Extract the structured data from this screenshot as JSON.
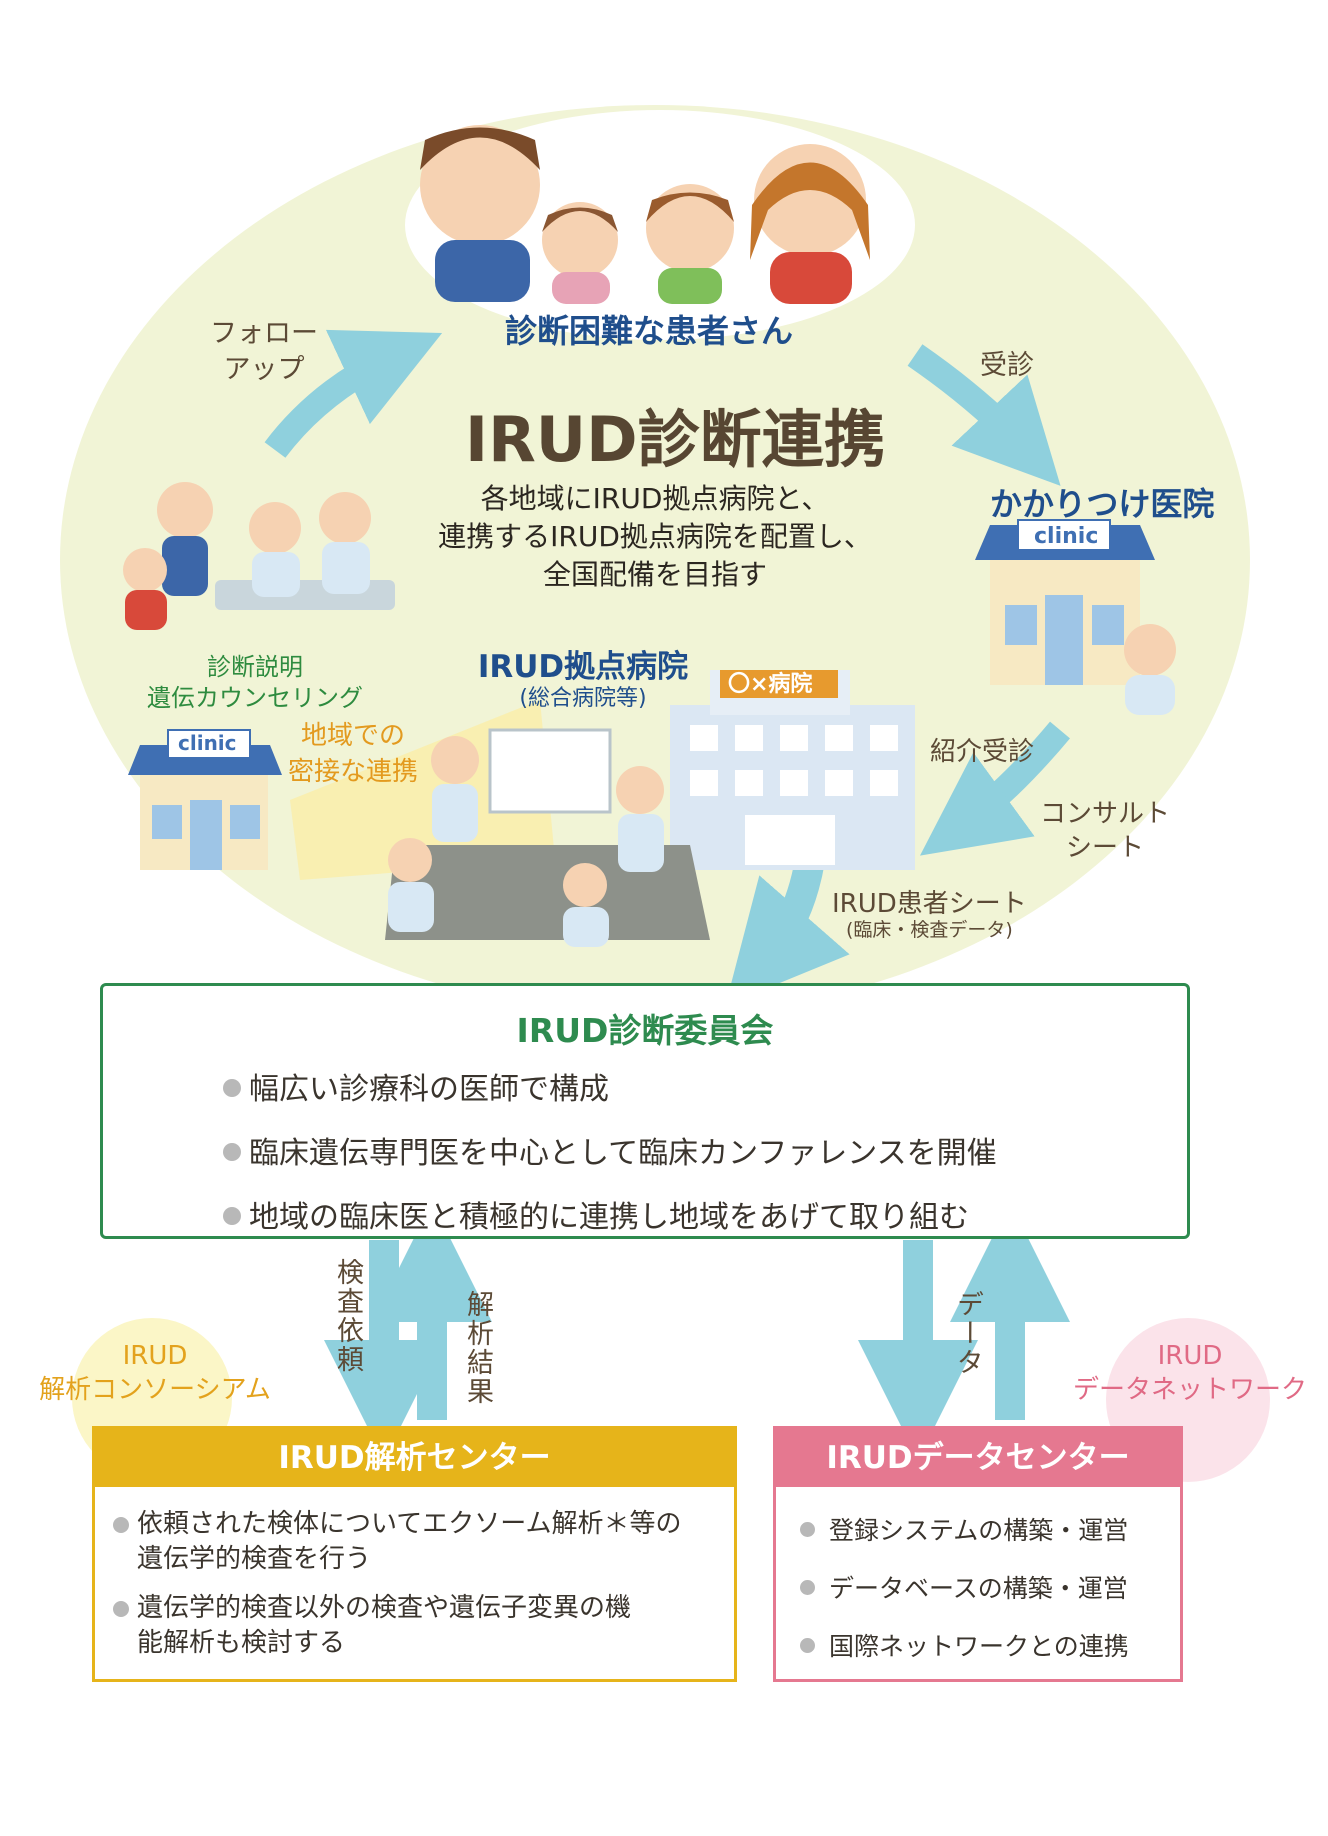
{
  "patients_label": "診断困難な患者さん",
  "main_title": "IRUD診断連携",
  "main_desc": [
    "各地域にIRUD拠点病院と、",
    "連携するIRUD拠点病院を配置し、",
    "全国配備を目指す"
  ],
  "arrows": {
    "follow_up": [
      "フォロー",
      "アップ"
    ],
    "visit": "受診",
    "referral": "紹介受診",
    "consult": [
      "コンサルト",
      "シート"
    ],
    "patient_sheet": "IRUD患者シート",
    "patient_sheet_sub": "(臨床・検査データ)",
    "test_request": "検査依頼",
    "analysis_result": "解析結果",
    "data": "データ"
  },
  "family_clinic": "かかりつけ医院",
  "clinic_sign": "clinic",
  "local_clinic_sign": "clinic",
  "explanation": [
    "診断説明",
    "遺伝カウンセリング"
  ],
  "local_collab": [
    "地域での",
    "密接な連携"
  ],
  "base_hospital": "IRUD拠点病院",
  "base_hospital_sub": "(総合病院等)",
  "hospital_sign": "〇×病院",
  "committee": {
    "title": "IRUD診断委員会",
    "items": [
      "幅広い診療科の医師で構成",
      "臨床遺伝専門医を中心として臨床カンファレンスを開催",
      "地域の臨床医と積極的に連携し地域をあげて取り組む"
    ]
  },
  "consortium": [
    "IRUD",
    "解析コンソーシアム"
  ],
  "data_network": [
    "IRUD",
    "データネットワーク"
  ],
  "analysis_center": {
    "title": "IRUD解析センター",
    "items": [
      "依頼された検体についてエクソーム解析＊等の遺伝学的検査を行う",
      "遺伝学的検査以外の検査や遺伝子変異の機能解析も検討する"
    ]
  },
  "data_center": {
    "title": "IRUDデータセンター",
    "items": [
      "登録システムの構築・運営",
      "データベースの構築・運営",
      "国際ネットワークとの連携"
    ]
  },
  "colors": {
    "ellipse": "#f1f4d6",
    "arrow": "#8fd0dd",
    "committee_border": "#2e8b4f",
    "analysis": "#e6b41a",
    "data": "#e57890",
    "navy": "#1f4e8c"
  }
}
